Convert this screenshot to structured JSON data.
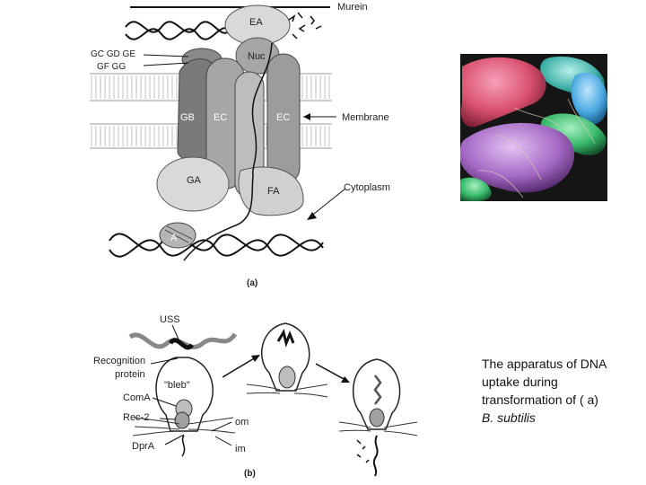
{
  "diagram_a": {
    "panel_label": "(a)",
    "labels": {
      "murein": "Murein",
      "membrane": "Membrane",
      "cytoplasm": "Cytoplasm",
      "ea": "EA",
      "nuc": "Nuc",
      "gc_gd_ge": "GC GD GE",
      "gf_gg": "GF GG",
      "gb": "GB",
      "ec_left": "EC",
      "ec_right": "EC",
      "ga": "GA",
      "fa": "FA",
      "a": "A"
    }
  },
  "diagram_b": {
    "panel_label": "(b)",
    "labels": {
      "uss": "USS",
      "recognition": "Recognition",
      "protein": "protein",
      "bleb": "\"bleb\"",
      "coma": "ComA",
      "rec2": "Rec-2",
      "dpra": "DprA",
      "om": "om",
      "im": "im"
    }
  },
  "caption": {
    "line1": "The apparatus of DNA uptake during transformation of ( a)",
    "line2": "B. subtilis"
  },
  "colors": {
    "membrane": "#bbbbbb",
    "protein_light": "#d9d9d9",
    "protein_mid": "#a6a6a6",
    "protein_dark": "#7a7a7a",
    "bacteria_bg": "#151515"
  }
}
